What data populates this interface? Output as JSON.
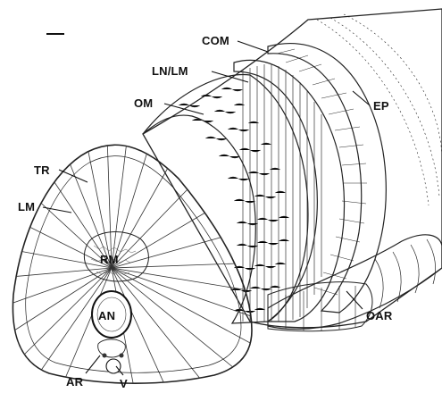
{
  "labels": {
    "com": "COM",
    "ln_lm": "LN/LM",
    "om": "OM",
    "ep": "EP",
    "tr": "TR",
    "lm": "LM",
    "rm": "RM",
    "an": "AN",
    "ar": "AR",
    "v": "V",
    "oar": "OAR"
  },
  "colors": {
    "ink": "#222222",
    "paper": "#ffffff",
    "shade": "#555555"
  }
}
